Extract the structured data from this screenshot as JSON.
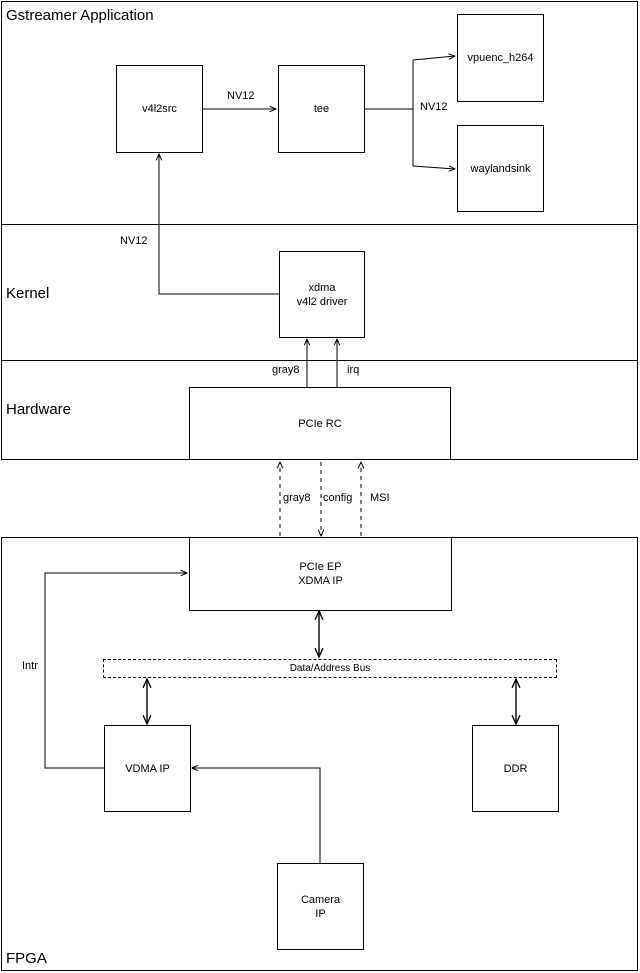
{
  "layers": {
    "gstreamer": "Gstreamer Application",
    "kernel": "Kernel",
    "hardware": "Hardware",
    "fpga": "FPGA"
  },
  "blocks": {
    "v4l2src": "v4l2src",
    "tee": "tee",
    "vpuenc": "vpuenc_h264",
    "waylandsink": "waylandsink",
    "xdma_driver": "xdma\nv4l2 driver",
    "pcie_rc": "PCIe RC",
    "pcie_ep": "PCIe EP\nXDMA IP",
    "bus": "Data/Address Bus",
    "vdma": "VDMA IP",
    "ddr": "DDR",
    "camera": "Camera\nIP"
  },
  "edge_labels": {
    "v4l2src_tee": "NV12",
    "tee_out": "NV12",
    "driver_v4l2src": "NV12",
    "gray8_rc_driver": "gray8",
    "irq": "irq",
    "gray8_ep_rc": "gray8",
    "config": "config",
    "msi": "MSI",
    "intr": "Intr"
  }
}
